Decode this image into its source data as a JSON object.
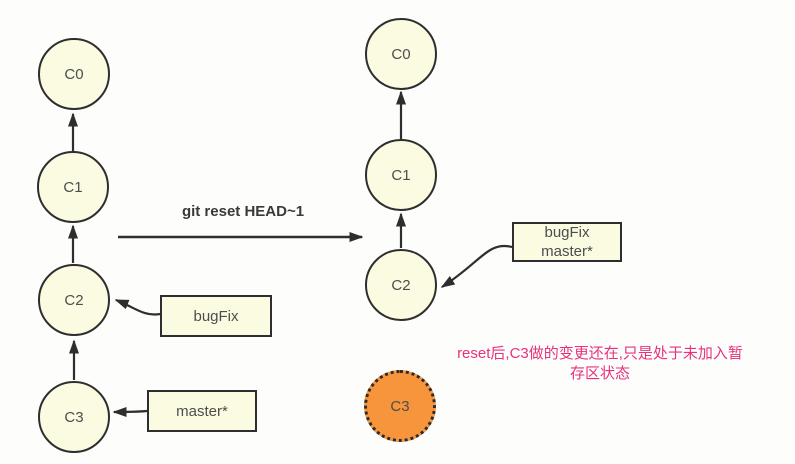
{
  "colors": {
    "background": "#fdfdfc",
    "node_fill": "#fbfbe2",
    "node_border": "#2e2e2e",
    "node_text": "#4d4d4d",
    "arrow": "#2e2e2e",
    "command_text": "#3a3a3a",
    "reset_node_fill": "#f7953d",
    "note_text": "#e8327d"
  },
  "before": {
    "nodes": [
      {
        "label": "C0"
      },
      {
        "label": "C1"
      },
      {
        "label": "C2"
      },
      {
        "label": "C3"
      }
    ],
    "branch_labels": [
      {
        "text": "bugFix"
      },
      {
        "text": "master*"
      }
    ]
  },
  "command": {
    "text": "git reset HEAD~1"
  },
  "after": {
    "nodes": [
      {
        "label": "C0"
      },
      {
        "label": "C1"
      },
      {
        "label": "C2"
      }
    ],
    "branch_label": {
      "line1": "bugFix",
      "line2": "master*"
    },
    "orphan_node": {
      "label": "C3"
    },
    "note": {
      "line1": "reset后,C3做的变更还在,只是处于未加入暂",
      "line2": "存区状态"
    }
  }
}
